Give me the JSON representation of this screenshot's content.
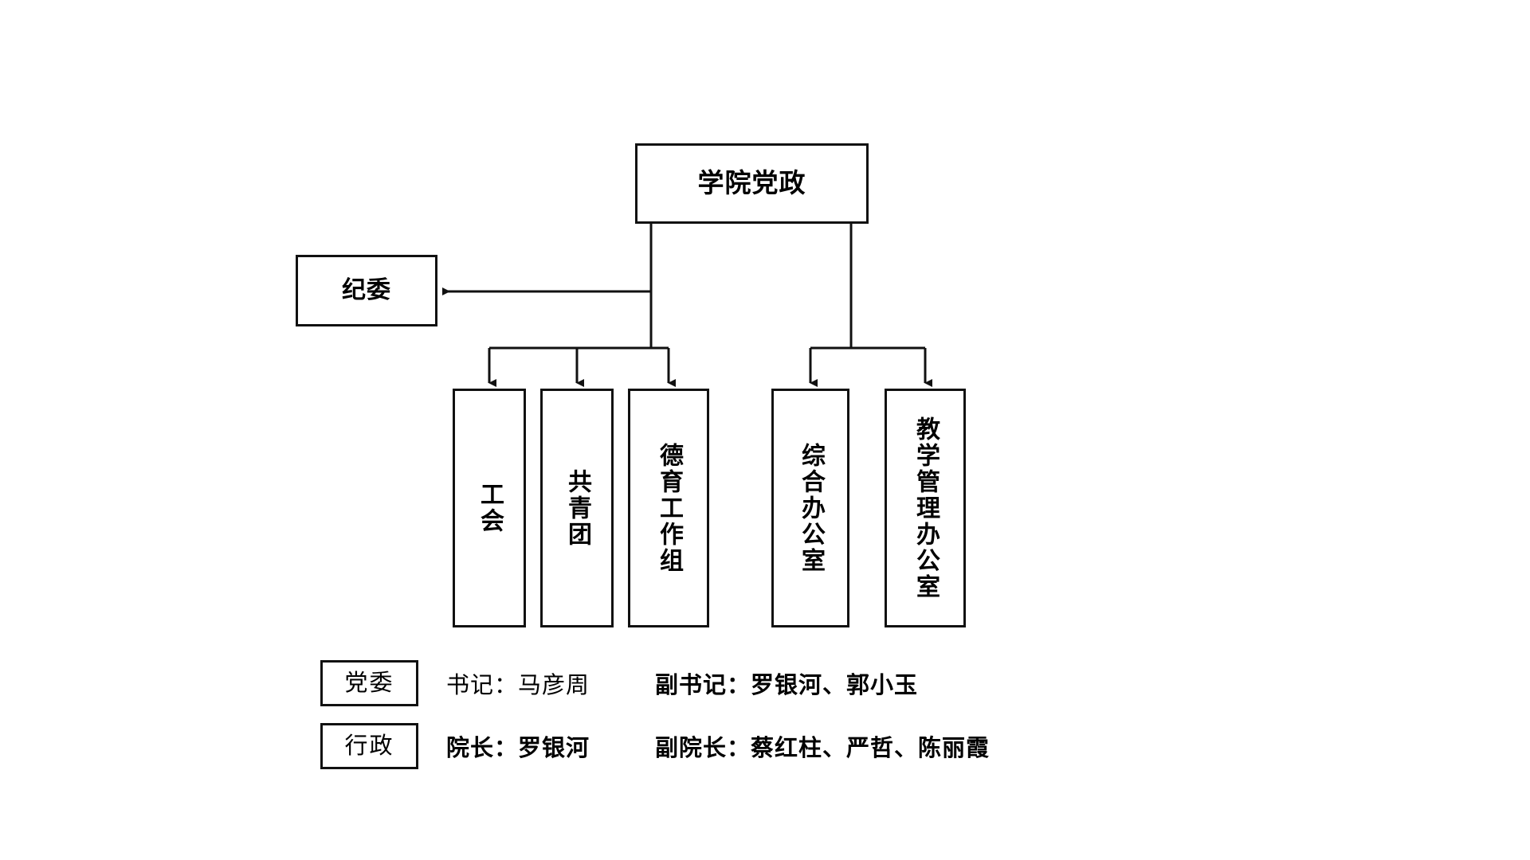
{
  "diagram": {
    "type": "org-chart",
    "root": {
      "label": "学院党政"
    },
    "staff_unit": {
      "label": "纪委"
    },
    "party_branch_nodes": [
      {
        "label": "工会"
      },
      {
        "label": "共青团"
      },
      {
        "label": "德育工作组"
      }
    ],
    "admin_branch_nodes": [
      {
        "label": "综合办公室"
      },
      {
        "label": "教学管理办公室"
      }
    ],
    "legend": [
      {
        "tag": "党委",
        "primary": "书记：马彦周",
        "secondary": "副书记：罗银河、郭小玉"
      },
      {
        "tag": "行政",
        "primary": "院长：罗银河",
        "secondary": "副院长：蔡红柱、严哲、陈丽霞"
      }
    ],
    "colors": {
      "stroke": "#111111",
      "background": "#ffffff",
      "text": "#000000"
    }
  }
}
